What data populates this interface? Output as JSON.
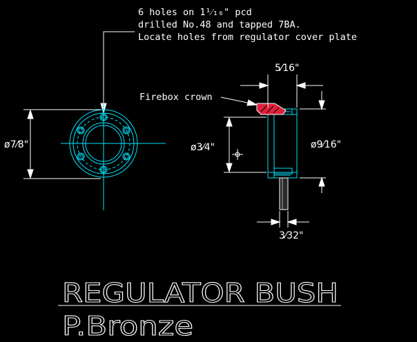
{
  "note": {
    "line1": "6 holes on 1¹⁄₁₆\" pcd",
    "line2": "drilled No.48 and tapped 7BA.",
    "line3": "Locate holes from regulator cover plate"
  },
  "callouts": {
    "firebox": "Firebox crown"
  },
  "dimensions": {
    "front_od": "ø7⁄8\"",
    "side_small_dia": "ø3⁄4\"",
    "side_large_dia": "ø9⁄16\"",
    "top_width": "5⁄16\"",
    "bottom_width": "3⁄32\""
  },
  "title": {
    "name": "REGULATOR BUSH",
    "material": "P.Bronze"
  },
  "colors": {
    "background": "#000000",
    "part": "#00e5ff",
    "dimension": "#ffffff",
    "section": "#e0203a"
  }
}
